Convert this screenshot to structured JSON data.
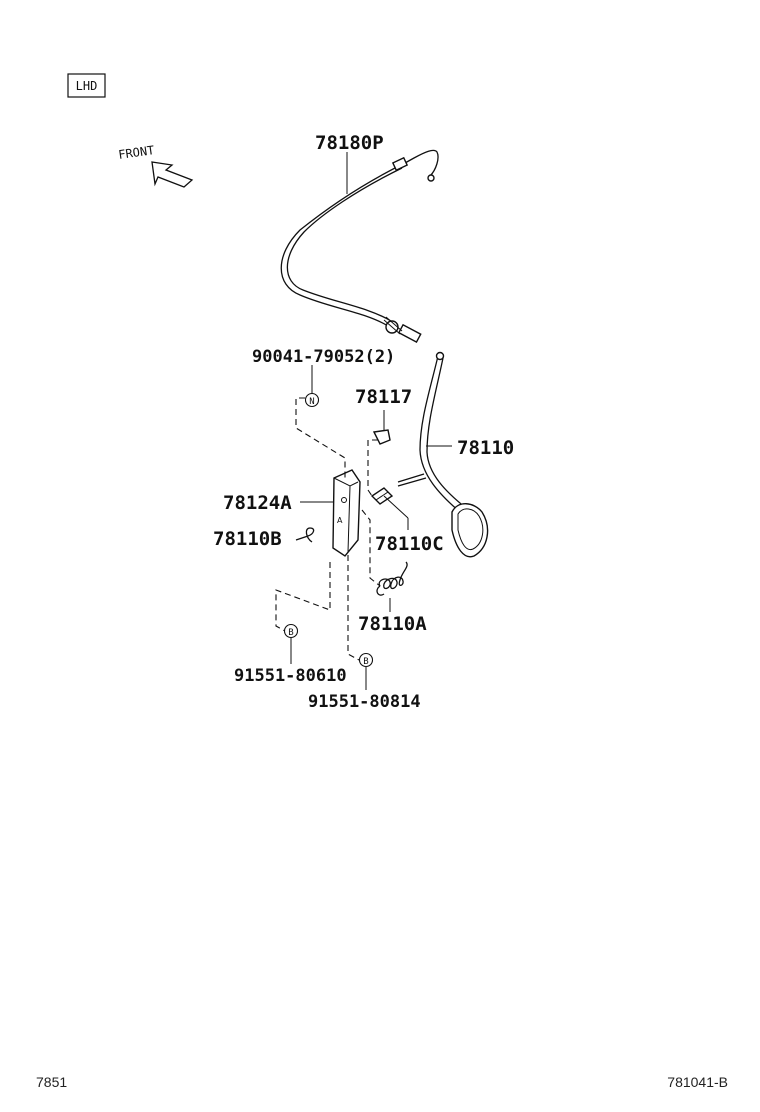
{
  "badge": {
    "text": "LHD"
  },
  "front_indicator": {
    "label": "FRONT"
  },
  "parts": {
    "cable": "78180P",
    "bolt": "90041-79052(2)",
    "stopper": "78117",
    "pedal_arm": "78110",
    "bracket": "78124A",
    "clip": "78110B",
    "bushing": "78110C",
    "spring": "78110A",
    "nut_left": "91551-80610",
    "nut_right": "91551-80814"
  },
  "markers": {
    "n": "N",
    "b1": "B",
    "b2": "B"
  },
  "footer": {
    "left_code": "7851",
    "right_code": "781041-B"
  }
}
